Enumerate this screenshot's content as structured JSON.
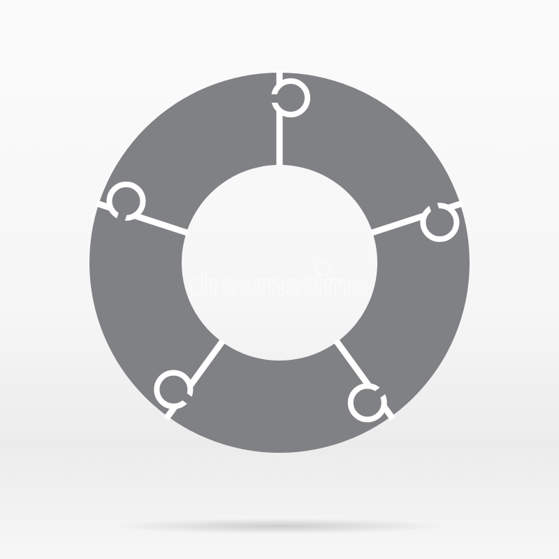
{
  "diagram": {
    "type": "five-piece puzzle ring",
    "piece_count": 5,
    "colors": {
      "piece_fill": "#808184",
      "background": "#f7f7f7",
      "gap": "#ffffff"
    }
  },
  "watermark": {
    "text": "dreamstime"
  }
}
